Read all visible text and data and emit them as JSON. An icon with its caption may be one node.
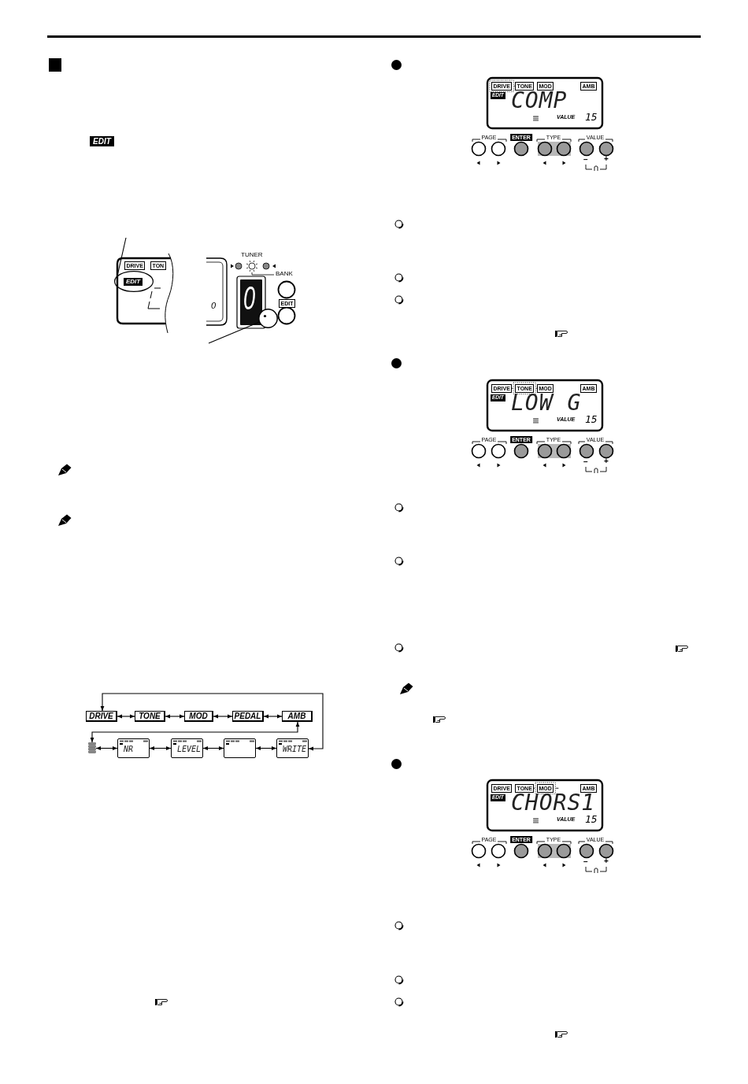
{
  "diagram": {
    "nodes": [
      {
        "text": [
          "EDIT"
        ]
      },
      {
        "text": [],
        "shape": "circle"
      },
      {
        "text": [
          "DRIVE"
        ]
      },
      {
        "text": [
          "TONE"
        ]
      },
      {
        "text": [
          "MOD"
        ]
      },
      {
        "text": [
          "PEDAL"
        ]
      },
      {
        "text": [
          "AMB"
        ]
      },
      {
        "text": [],
        "shape": "picture"
      },
      {
        "text": [
          "NR"
        ]
      },
      {
        "text": [
          "LEVEL"
        ]
      },
      {
        "text": [],
        "shape": "box"
      },
      {
        "text": [
          "WRITE"
        ]
      }
    ],
    "edges": [
      {
        "from": null,
        "to": 0,
        "arrow": "none"
      },
      {
        "from": null,
        "to": 1,
        "arrow": "none"
      },
      {
        "from": 2,
        "to": 3,
        "arrow": "both"
      },
      {
        "from": 3,
        "to": 4,
        "arrow": "both"
      },
      {
        "from": 4,
        "to": 5,
        "arrow": "both"
      },
      {
        "from": 5,
        "to": 6,
        "arrow": "both"
      },
      {
        "from": 6,
        "to": 7,
        "arrow": "both"
      },
      {
        "from": 7,
        "to": 8,
        "arrow": "both"
      },
      {
        "from": 8,
        "to": 9,
        "arrow": "both"
      },
      {
        "from": 9,
        "to": 10,
        "arrow": "both"
      },
      {
        "from": 10,
        "to": 11,
        "arrow": "both"
      },
      {
        "from": 11,
        "to": 2,
        "arrow": "both"
      }
    ],
    "labels": [
      "EDIT",
      "DRIVE",
      "TON",
      "0",
      "TUNER",
      "BANK",
      "0",
      "EDIT",
      "DRIVE",
      "TONE",
      "MOD",
      "AMB",
      "EDIT",
      "COMP",
      "VALUE",
      "15",
      "PAGE",
      "ENTER",
      "TYPE",
      "VALUE",
      "−",
      "+",
      "DRIVE",
      "TONE",
      "MOD",
      "AMB",
      "EDIT",
      "LOW G",
      "VALUE",
      "15",
      "PAGE",
      "ENTER",
      "TYPE",
      "VALUE",
      "−",
      "+",
      "DRIVE",
      "TONE",
      "MOD",
      "AMB",
      "EDIT",
      "CHORS1",
      "VALUE",
      "15",
      "PAGE",
      "ENTER",
      "TYPE",
      "VALUE",
      "−",
      "+"
    ]
  }
}
